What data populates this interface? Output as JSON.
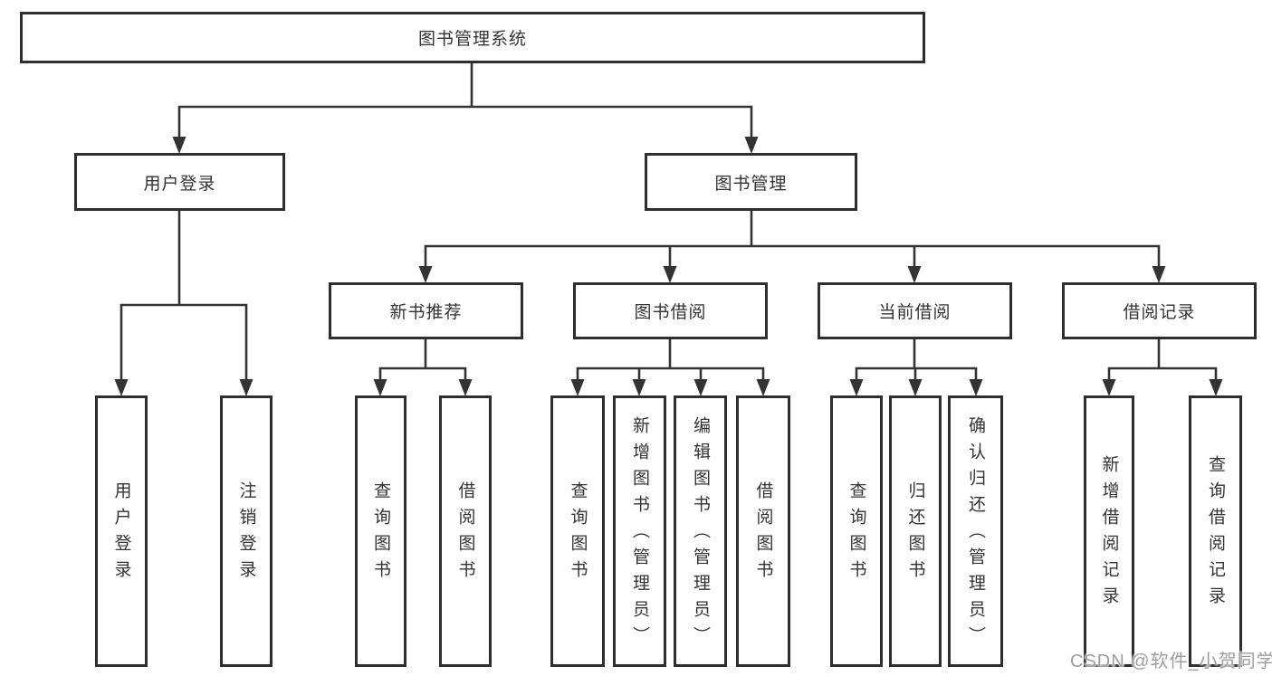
{
  "colors": {
    "line": "#333333",
    "box_border": "#2e2e2e",
    "text": "#333333",
    "background": "#ffffff",
    "watermark": "#9d9d9d"
  },
  "watermark": {
    "text": "CSDN @软件_小贺同学"
  },
  "tree": {
    "root": {
      "label": "图书管理系统",
      "children": [
        {
          "label": "用户登录",
          "children": [
            {
              "label": "用户登录"
            },
            {
              "label": "注销登录"
            }
          ]
        },
        {
          "label": "图书管理",
          "children": [
            {
              "label": "新书推荐",
              "children": [
                {
                  "label": "查询图书"
                },
                {
                  "label": "借阅图书"
                }
              ]
            },
            {
              "label": "图书借阅",
              "children": [
                {
                  "label": "查询图书"
                },
                {
                  "label": "新增图书（管理员）"
                },
                {
                  "label": "编辑图书（管理员）"
                },
                {
                  "label": "借阅图书"
                }
              ]
            },
            {
              "label": "当前借阅",
              "children": [
                {
                  "label": "查询图书"
                },
                {
                  "label": "归还图书"
                },
                {
                  "label": "确认归还（管理员）"
                }
              ]
            },
            {
              "label": "借阅记录",
              "children": [
                {
                  "label": "新增借阅记录"
                },
                {
                  "label": "查询借阅记录"
                }
              ]
            }
          ]
        }
      ]
    }
  }
}
